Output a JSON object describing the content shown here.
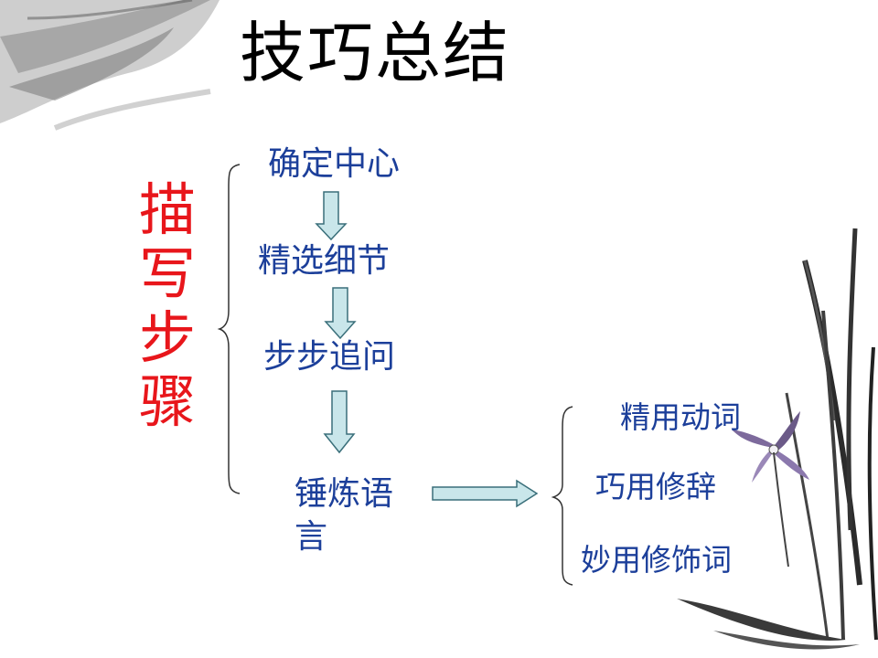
{
  "slide": {
    "title": "技巧总结",
    "vertical_label": [
      "描",
      "写",
      "步",
      "骤"
    ],
    "steps": [
      "确定中心",
      "精选细节",
      "步步追问",
      "锤炼语言"
    ],
    "techniques": [
      "精用动词",
      "巧用修辞",
      "妙用修饰词"
    ]
  },
  "colors": {
    "title": "#000000",
    "vertical_label": "#e8161b",
    "step_text": "#1c3f9a",
    "arrow_fill": "#c9e6ea",
    "arrow_stroke": "#3a6f7a",
    "brace": "#333333"
  },
  "icons": [
    "ink-brush-stroke",
    "orchid-plant",
    "down-arrow",
    "right-arrow",
    "left-brace"
  ]
}
